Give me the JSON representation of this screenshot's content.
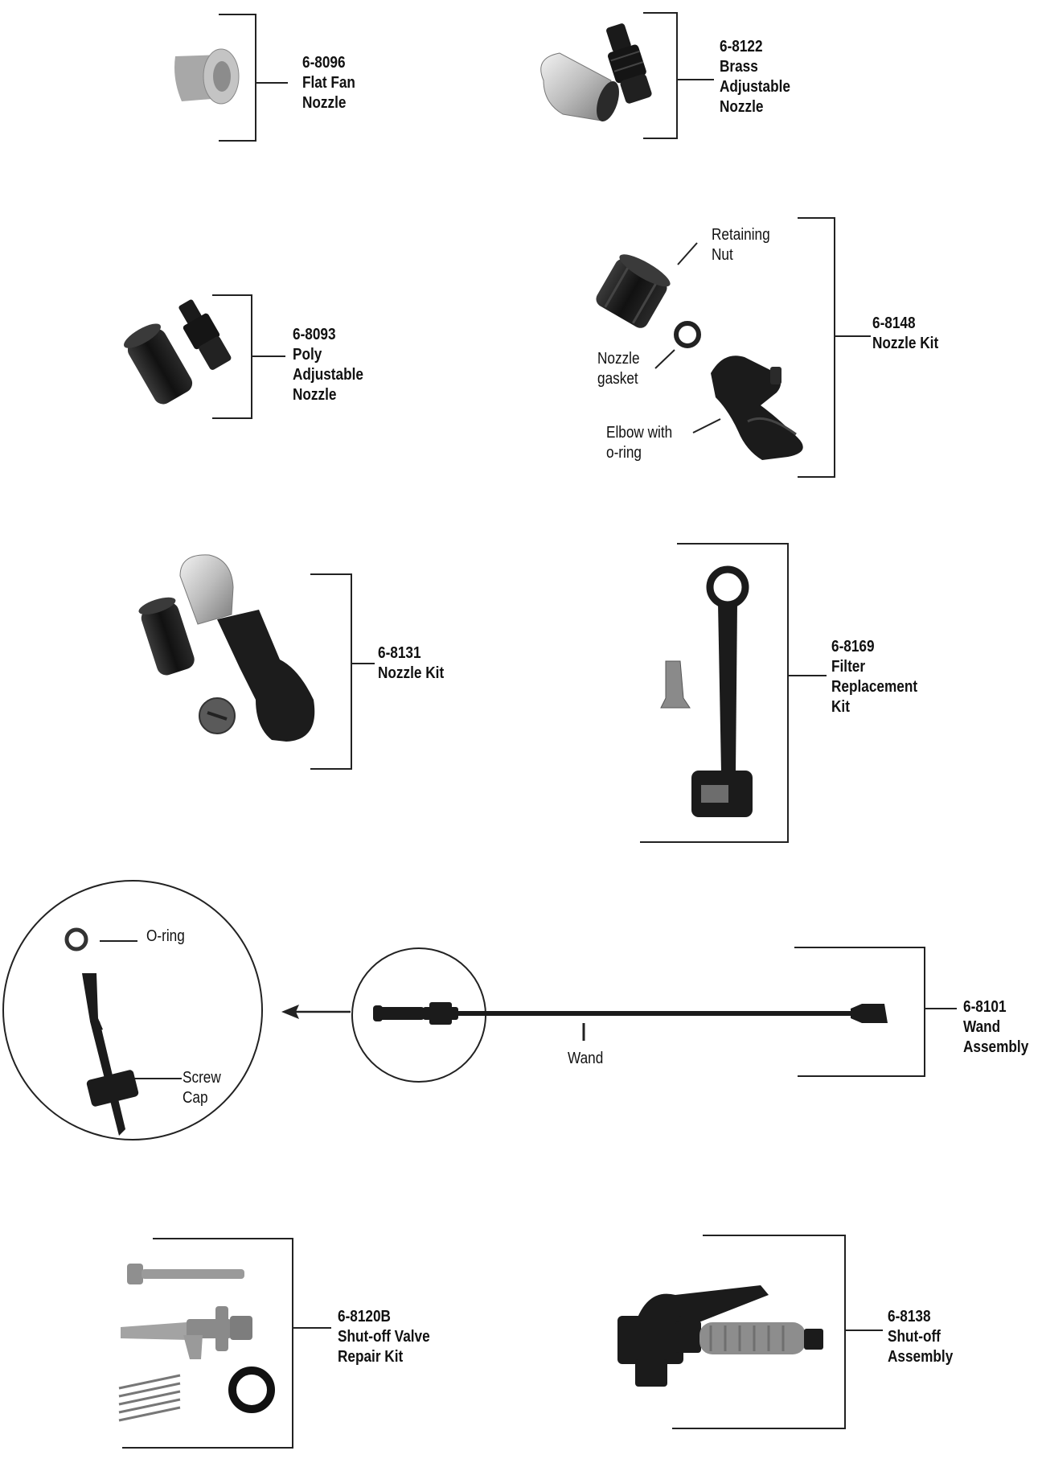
{
  "parts": [
    {
      "id": "flat-fan",
      "lines": [
        "6-8096",
        "Flat Fan",
        "Nozzle"
      ]
    },
    {
      "id": "brass-adjustable",
      "lines": [
        "6-8122",
        "Brass",
        "Adjustable",
        "Nozzle"
      ]
    },
    {
      "id": "poly-adjustable",
      "lines": [
        "6-8093",
        "Poly",
        "Adjustable",
        "Nozzle"
      ]
    },
    {
      "id": "nozzle-kit-8148",
      "lines": [
        "6-8148",
        "Nozzle Kit"
      ]
    },
    {
      "id": "nozzle-kit-8131",
      "lines": [
        "6-8131",
        "Nozzle Kit"
      ]
    },
    {
      "id": "filter-replacement",
      "lines": [
        "6-8169",
        "Filter",
        "Replacement",
        "Kit"
      ]
    },
    {
      "id": "wand-assembly",
      "lines": [
        "6-8101",
        "Wand",
        "Assembly"
      ]
    },
    {
      "id": "shutoff-valve-repair",
      "lines": [
        "6-8120B",
        "Shut-off Valve",
        "Repair Kit"
      ]
    },
    {
      "id": "shutoff-assembly",
      "lines": [
        "6-8138",
        "Shut-off",
        "Assembly"
      ]
    }
  ],
  "callouts": {
    "retaining_nut": [
      "Retaining",
      "Nut"
    ],
    "nozzle_gasket": [
      "Nozzle",
      "gasket"
    ],
    "elbow": [
      "Elbow with",
      "o-ring"
    ],
    "wand": [
      "Wand"
    ],
    "oring": [
      "O-ring"
    ],
    "screw_cap": [
      "Screw",
      "Cap"
    ]
  },
  "colors": {
    "ink": "#111111",
    "part_black": "#1b1b1b",
    "part_grey": "#9a9a9a",
    "part_silver": "#c8c8c8"
  }
}
